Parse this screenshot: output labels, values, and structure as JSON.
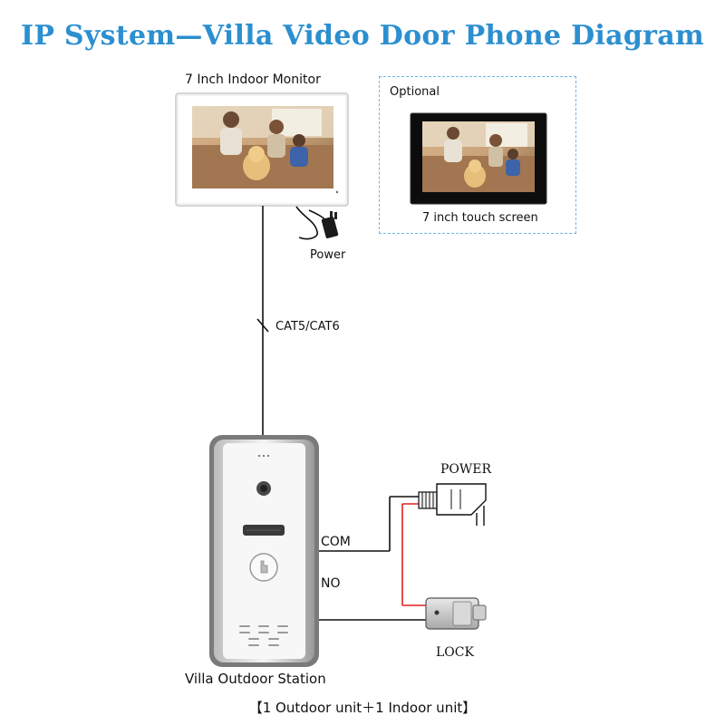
{
  "title": "IP System—Villa Video Door Phone Diagram",
  "indoor_monitor": {
    "label": "7 Inch Indoor Monitor"
  },
  "optional": {
    "label": "Optional",
    "caption": "7 inch touch screen"
  },
  "power_adapter": {
    "label": "Power"
  },
  "cable": {
    "label": "CAT5/CAT6"
  },
  "outdoor_station": {
    "label": "Villa Outdoor Station"
  },
  "wiring": {
    "com_label": "COM",
    "no_label": "NO",
    "power_label": "POWER",
    "lock_label": "LOCK"
  },
  "footer": "【1 Outdoor unit＋1 Indoor unit】",
  "colors": {
    "title": "#2b8fd0",
    "wire_red": "#e02020",
    "dashed_border": "#6fb6e4"
  }
}
